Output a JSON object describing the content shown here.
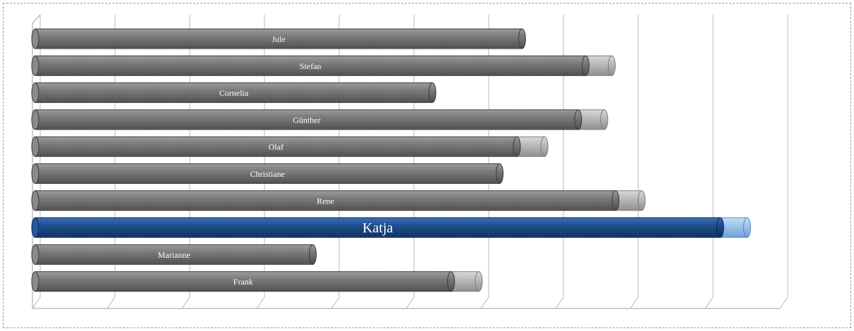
{
  "chart_data": {
    "type": "bar",
    "orientation": "horizontal",
    "style": "3d-cylinder",
    "title": "",
    "xlabel": "",
    "ylabel": "",
    "grid": true,
    "legend": "none",
    "xlim": [
      0,
      100
    ],
    "categories": [
      "Jule",
      "Stefan",
      "Cornelia",
      "Günther",
      "Olaf",
      "Christiane",
      "Rene",
      "Katja",
      "Marianne",
      "Frank"
    ],
    "highlight": "Katja",
    "series": [
      {
        "values": [
          65.5,
          74.0,
          53.5,
          73.0,
          64.8,
          62.5,
          78.0,
          92.0,
          37.5,
          56.0
        ]
      },
      {
        "values": [
          0,
          3.5,
          0,
          3.5,
          3.7,
          0,
          3.5,
          3.6,
          0,
          3.7
        ]
      }
    ],
    "colors": {
      "bar": "#6e6e6e",
      "bar_cap": "#bdbdbd",
      "highlight_bar": "#1a4a8a",
      "highlight_cap": "#9cc3ef",
      "grid": "#b8b8b8"
    }
  }
}
